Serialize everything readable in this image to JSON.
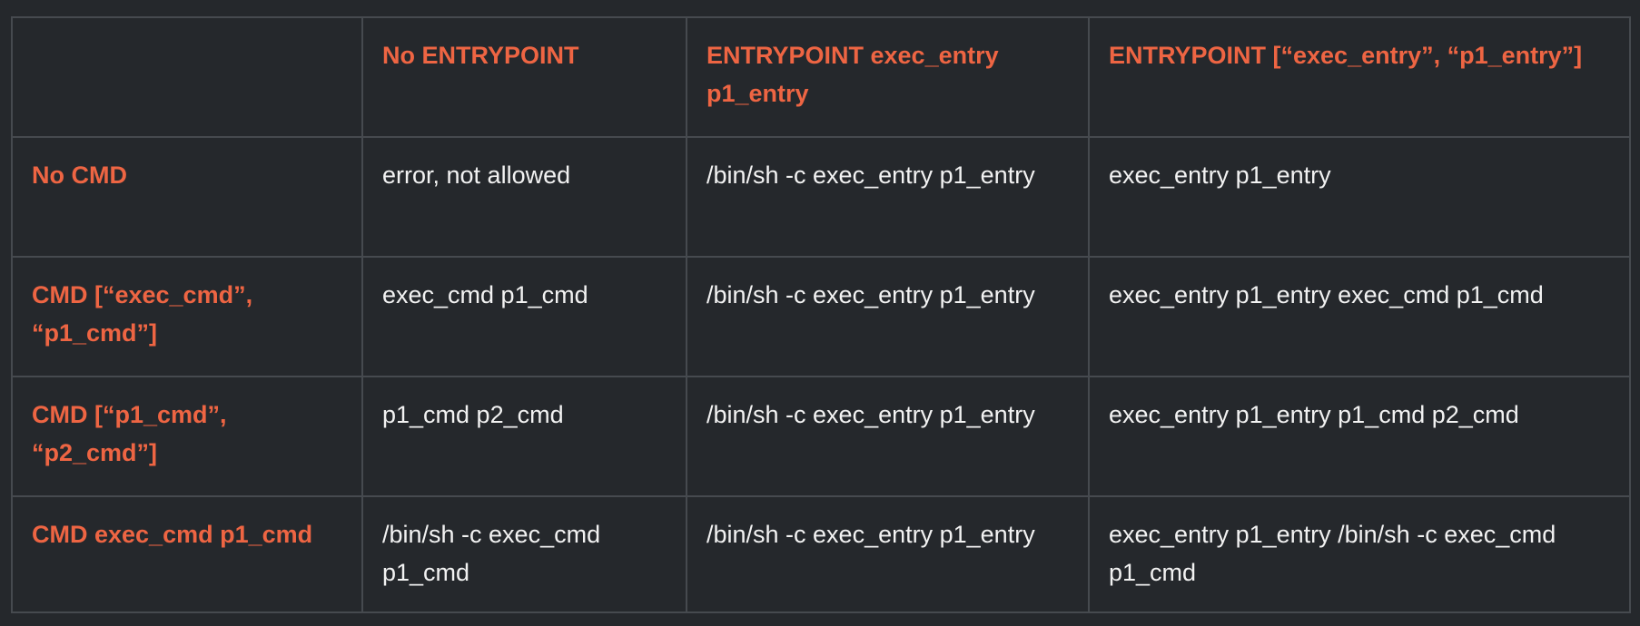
{
  "table": {
    "header": [
      "",
      "No ENTRYPOINT",
      "ENTRYPOINT exec_entry p1_entry",
      "ENTRYPOINT [“exec_entry”, “p1_entry”]"
    ],
    "rows": [
      {
        "label": "No CMD",
        "cells": [
          "error, not allowed",
          "/bin/sh -c exec_entry p1_entry",
          "exec_entry p1_entry"
        ]
      },
      {
        "label": "CMD [“exec_cmd”, “p1_cmd”]",
        "cells": [
          "exec_cmd p1_cmd",
          "/bin/sh -c exec_entry p1_entry",
          "exec_entry p1_entry exec_cmd p1_cmd"
        ]
      },
      {
        "label": "CMD [“p1_cmd”, “p2_cmd”]",
        "cells": [
          "p1_cmd p2_cmd",
          "/bin/sh -c exec_entry p1_entry",
          "exec_entry p1_entry p1_cmd p2_cmd"
        ]
      },
      {
        "label": "CMD exec_cmd p1_cmd",
        "cells": [
          "/bin/sh -c exec_cmd p1_cmd",
          "/bin/sh -c exec_entry p1_entry",
          "exec_entry p1_entry /bin/sh -c exec_cmd p1_cmd"
        ]
      }
    ]
  },
  "colors": {
    "background": "#25282c",
    "header_text": "#ee6543",
    "body_text": "#f2f2f2",
    "border": "#464a4f"
  }
}
